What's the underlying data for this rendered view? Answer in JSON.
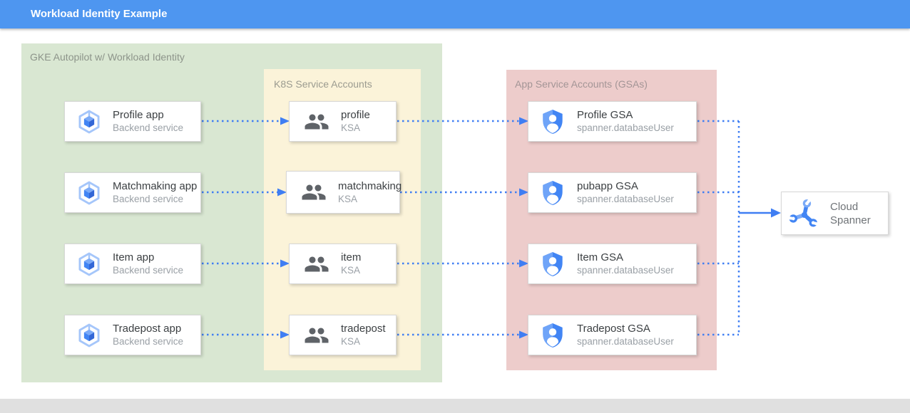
{
  "title_bar": {
    "title": "Workload Identity Example"
  },
  "containers": {
    "gke": {
      "label": "GKE Autopilot w/ Workload Identity"
    },
    "ksa": {
      "label": "K8S Service Accounts"
    },
    "gsa": {
      "label": "App Service Accounts (GSAs)"
    }
  },
  "apps": [
    {
      "title": "Profile app",
      "subtitle": "Backend service"
    },
    {
      "title": "Matchmaking app",
      "subtitle": "Backend service"
    },
    {
      "title": "Item app",
      "subtitle": "Backend service"
    },
    {
      "title": "Tradepost app",
      "subtitle": "Backend service"
    }
  ],
  "ksas": [
    {
      "title": "profile",
      "subtitle": "KSA"
    },
    {
      "title": "matchmaking",
      "subtitle": "KSA"
    },
    {
      "title": "item",
      "subtitle": "KSA"
    },
    {
      "title": "tradepost",
      "subtitle": "KSA"
    }
  ],
  "gsas": [
    {
      "title": "Profile GSA",
      "subtitle": "spanner.databaseUser"
    },
    {
      "title": "pubapp GSA",
      "subtitle": "spanner.databaseUser"
    },
    {
      "title": "Item GSA",
      "subtitle": "spanner.databaseUser"
    },
    {
      "title": "Tradepost GSA",
      "subtitle": "spanner.databaseUser"
    }
  ],
  "spanner": {
    "title": "Cloud Spanner"
  },
  "icons": {
    "app": "gke-hexagon-cube-icon",
    "ksa": "people-icon",
    "gsa": "shield-user-icon",
    "spanner": "spanner-wrenches-icon"
  },
  "colors": {
    "header_bg": "#4E96F0",
    "gke_container_bg": "#D9E7D2",
    "ksa_container_bg": "#FBF3D9",
    "gsa_container_bg": "#EDCCCB",
    "connector_blue": "#3F7EF3",
    "icon_blue": "#4285F4",
    "footer_bar": "#E0E0E0"
  }
}
